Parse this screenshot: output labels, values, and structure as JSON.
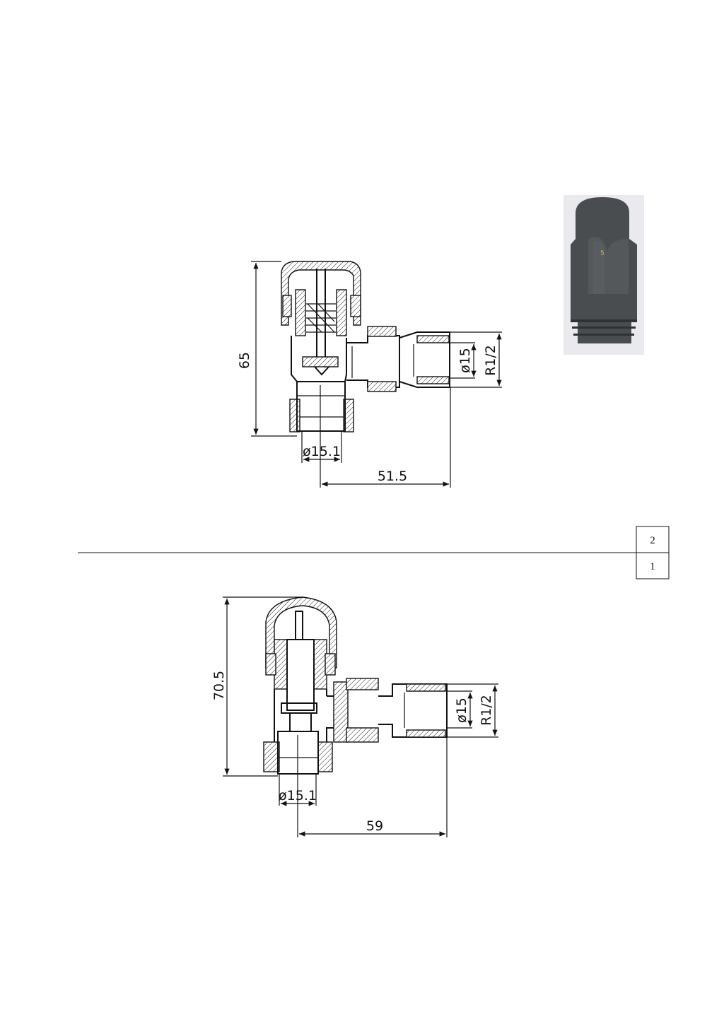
{
  "drawing_top": {
    "dim_height": "65",
    "dim_outlet_diameter": "ø15",
    "dim_thread": "R1/2",
    "dim_inlet_diameter": "ø15.1",
    "dim_length": "51.5"
  },
  "drawing_bottom": {
    "dim_height": "70.5",
    "dim_outlet_diameter": "ø15",
    "dim_thread": "R1/2",
    "dim_inlet_diameter": "ø15.1",
    "dim_length": "59"
  },
  "index_table": {
    "rows": [
      "2",
      "1"
    ]
  },
  "photo": {
    "subject": "thermostatic-head",
    "color": "#4a4d50"
  }
}
